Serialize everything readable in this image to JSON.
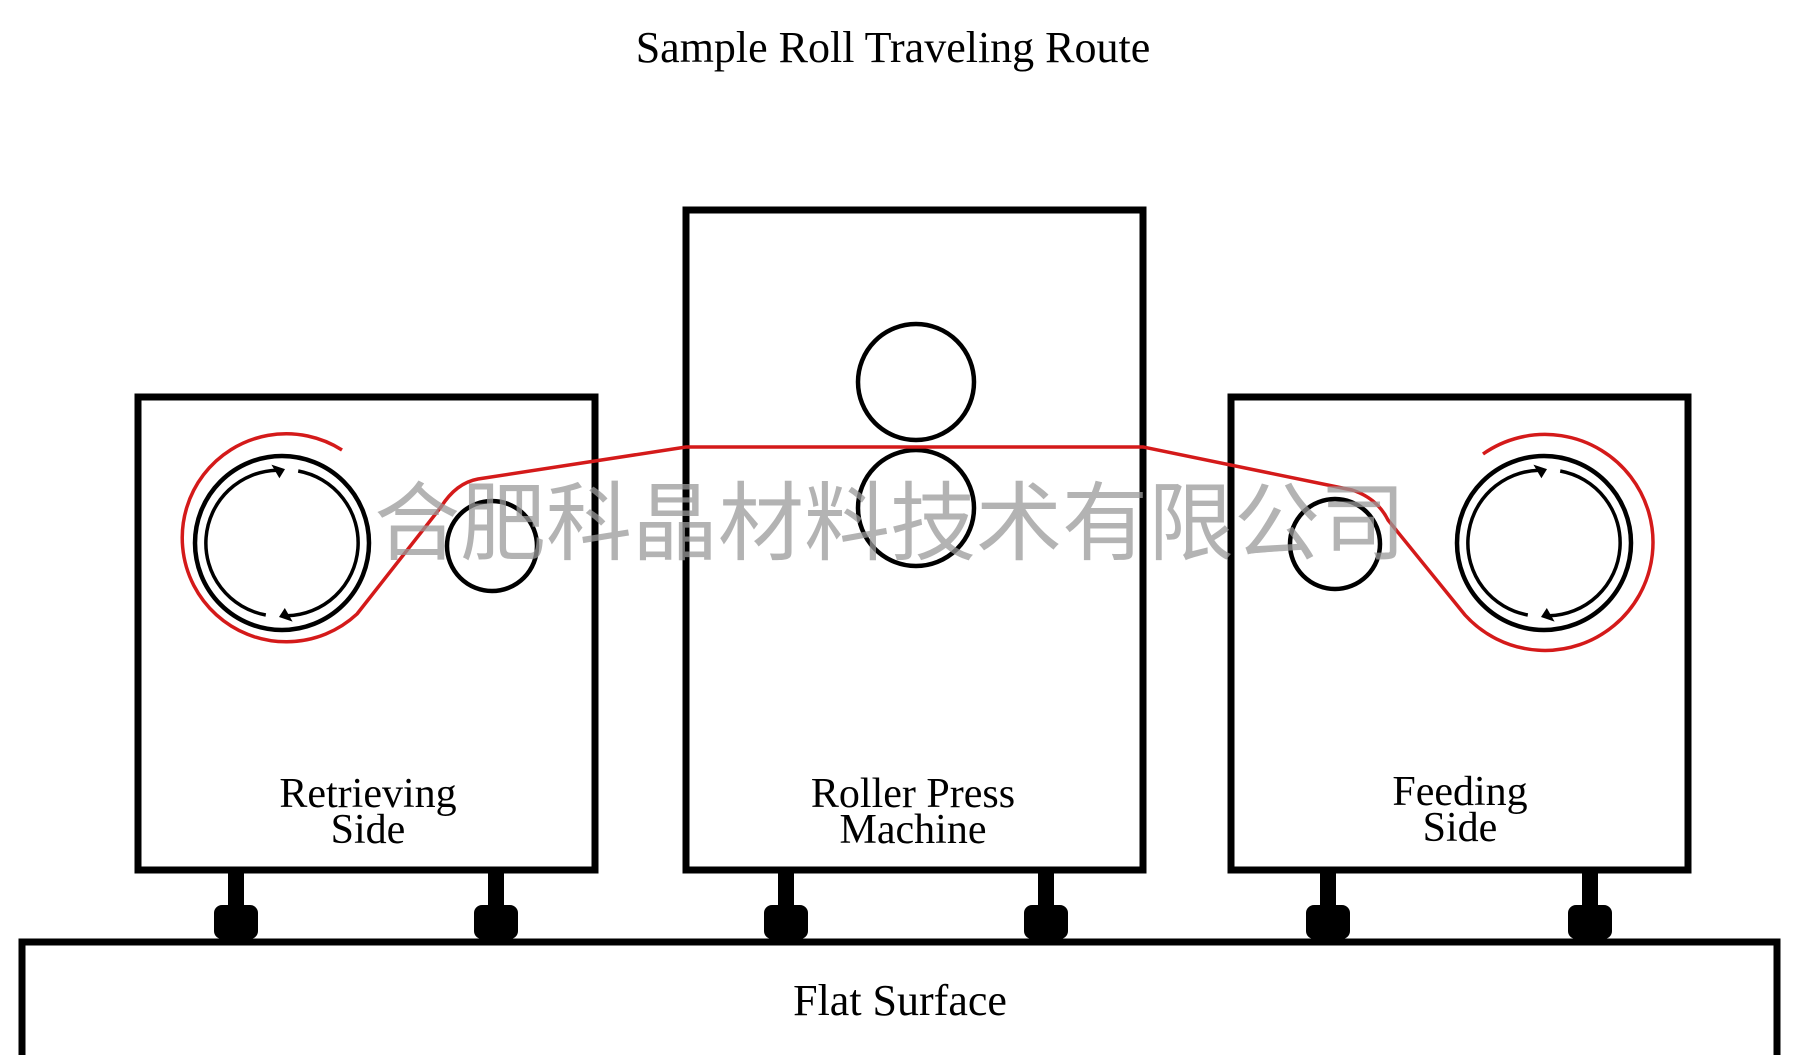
{
  "title": "Sample Roll Traveling Route",
  "units": {
    "retrieving": {
      "label_line1": "Retrieving",
      "label_line2": "Side"
    },
    "press": {
      "label_line1": "Roller Press",
      "label_line2": "Machine"
    },
    "feeding": {
      "label_line1": "Feeding",
      "label_line2": "Side"
    }
  },
  "surface": {
    "label": "Flat Surface"
  },
  "watermark": {
    "text": "合肥科晶材料技术有限公司"
  },
  "colors": {
    "route": "#d41a1a",
    "outline": "#000000",
    "watermark": "#9a9a9a"
  }
}
